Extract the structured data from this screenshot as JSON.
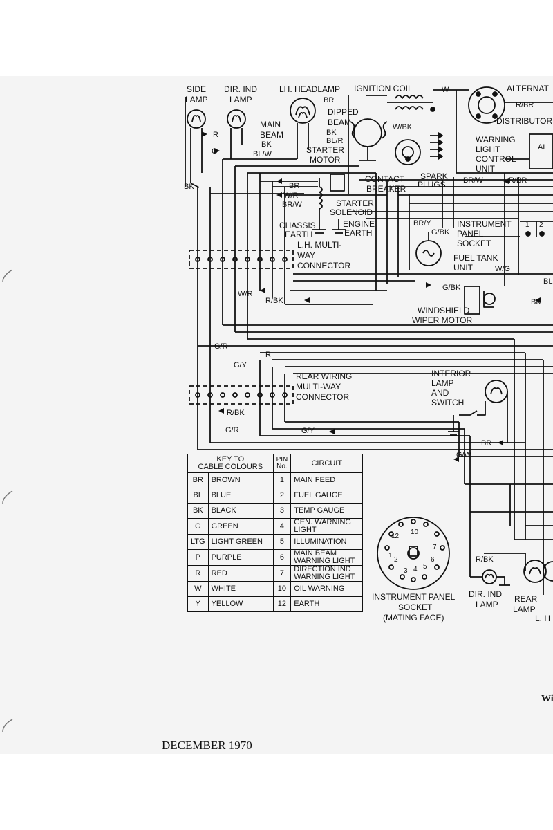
{
  "labels": {
    "side_lamp": [
      "SIDE",
      "LAMP"
    ],
    "dir_ind_lamp_front": [
      "DIR. IND",
      "LAMP"
    ],
    "lh_headlamp": "LH. HEADLAMP",
    "ignition_coil": "IGNITION COIL",
    "alternator": "ALTERNAT",
    "distributor": "DISTRIBUTOR",
    "dipped_beam": [
      "DIPPED",
      "BEAM"
    ],
    "main_beam": [
      "MAIN",
      "BEAM"
    ],
    "starter_motor": [
      "STARTER",
      "MOTOR"
    ],
    "warning_light_control_unit": [
      "WARNING",
      "LIGHT",
      "CONTROL",
      "UNIT"
    ],
    "spark_plugs": [
      "SPARK",
      "PLUGS"
    ],
    "contact_breaker": [
      "CONTACT",
      "BREAKER"
    ],
    "starter_solenoid": [
      "STARTER",
      "SOLENOID"
    ],
    "chassis_earth": [
      "CHASSIS",
      "EARTH"
    ],
    "engine_earth": [
      "ENGINE",
      "EARTH"
    ],
    "instrument_panel_socket": [
      "INSTRUMENT",
      "PANEL",
      "SOCKET"
    ],
    "fuel_tank_unit": [
      "FUEL TANK",
      "UNIT"
    ],
    "lh_multi_way_connector": [
      "L.H. MULTI-",
      "WAY",
      "CONNECTOR"
    ],
    "windshield_wiper_motor": [
      "WINDSHIELD",
      "WIPER MOTOR"
    ],
    "rear_wiring_multi_way_connector": [
      "REAR WIRING",
      "MULTI-WAY",
      "CONNECTOR"
    ],
    "interior_lamp_and_switch": [
      "INTERIOR",
      "LAMP",
      "AND",
      "SWITCH"
    ],
    "instrument_panel_socket_mating_face": [
      "INSTRUMENT PANEL",
      "SOCKET",
      "(MATING FACE)"
    ],
    "dir_ind_lamp_rear": [
      "DIR. IND",
      "LAMP"
    ],
    "rear_lamp": [
      "REAR",
      "LAMP"
    ],
    "lh_cut": "L. H",
    "al": "AL"
  },
  "wire_codes": {
    "br": "BR",
    "bk": "BK",
    "r": "R",
    "g": "G",
    "w": "W",
    "bl_w": "BL/W",
    "bl_r": "BL/R",
    "r_br": "R/BR",
    "w_bk": "W/BK",
    "br_w": "BR/W",
    "w_r": "W/R",
    "br_y": "BR/Y",
    "g_bk": "G/BK",
    "w_g": "W/G",
    "bl": "BL",
    "g_r": "G/R",
    "g_y": "G/Y",
    "r_bk": "R/BK",
    "g_w": "G/W"
  },
  "socket_pins": [
    "12",
    "10",
    "7",
    "6",
    "5",
    "4",
    "3",
    "2",
    "1"
  ],
  "panel_pins": [
    "1",
    "2"
  ],
  "key_table": {
    "header_key": [
      "KEY TO",
      "CABLE COLOURS"
    ],
    "header_pin": [
      "PIN",
      "No."
    ],
    "header_circuit": "CIRCUIT",
    "rows": [
      {
        "code": "BR",
        "colour": "BROWN",
        "pin": "1",
        "circuit": "MAIN FEED"
      },
      {
        "code": "BL",
        "colour": "BLUE",
        "pin": "2",
        "circuit": "FUEL GAUGE"
      },
      {
        "code": "BK",
        "colour": "BLACK",
        "pin": "3",
        "circuit": "TEMP GAUGE"
      },
      {
        "code": "G",
        "colour": "GREEN",
        "pin": "4",
        "circuit": "GEN. WARNING LIGHT"
      },
      {
        "code": "LTG",
        "colour": "LIGHT GREEN",
        "pin": "5",
        "circuit": "ILLUMINATION"
      },
      {
        "code": "P",
        "colour": "PURPLE",
        "pin": "6",
        "circuit": "MAIN BEAM WARNING LIGHT"
      },
      {
        "code": "R",
        "colour": "RED",
        "pin": "7",
        "circuit": "DIRECTION IND WARNING LIGHT"
      },
      {
        "code": "W",
        "colour": "WHITE",
        "pin": "10",
        "circuit": "OIL WARNING"
      },
      {
        "code": "Y",
        "colour": "YELLOW",
        "pin": "12",
        "circuit": "EARTH"
      }
    ]
  },
  "footer": "DECEMBER 1970",
  "page_edge_text": "Wi"
}
